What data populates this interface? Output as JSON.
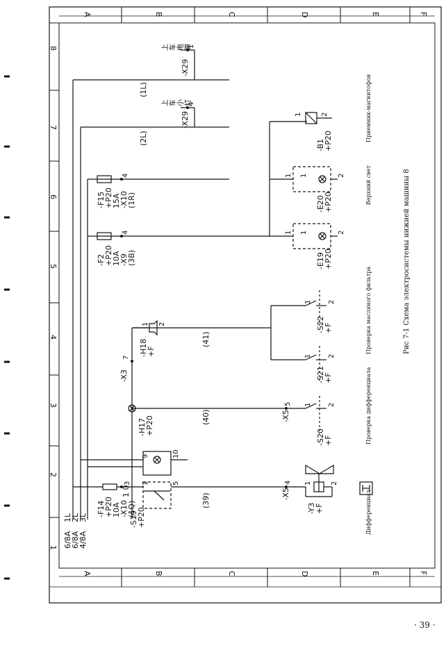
{
  "frame": {
    "rows": [
      "A",
      "B",
      "C",
      "D",
      "E",
      "F"
    ],
    "columns": [
      "1",
      "2",
      "3",
      "4",
      "5",
      "6",
      "7",
      "8"
    ]
  },
  "caption": "Рис 7-1 Схема электросистемы нижней машины  8",
  "bus_labels": [
    "6/8A",
    "1L",
    "6/8A",
    "2L",
    "4/8A",
    "3L"
  ],
  "components": {
    "s19": [
      "-S19",
      "+P20",
      "1  0"
    ],
    "f14": [
      "-F14",
      "+P20",
      "10A",
      "-X10",
      "(1Q)"
    ],
    "h17": [
      "-H17",
      "+P20"
    ],
    "h18": [
      "-H18",
      "+F"
    ],
    "x3": "-X3",
    "f2": [
      "-F2",
      "+P20",
      "10A",
      "-X9",
      "(3B)"
    ],
    "f15": [
      "-F15",
      "+P20",
      "15A",
      "-X10",
      "(1R)"
    ],
    "x29a": "-X29",
    "x29b": "-X29",
    "cn_top": "上车电源",
    "cn_small": "上车小灯",
    "y3": [
      "-Y3",
      "+F"
    ],
    "x5a": "-X5",
    "x5b": "-X5",
    "s20": [
      "-S20",
      "+F"
    ],
    "s21": [
      "-S21",
      "+F"
    ],
    "s22": [
      "-S22",
      "+F"
    ],
    "e19": [
      "-E19",
      "+P20"
    ],
    "e20": [
      "-E20",
      "+P20"
    ],
    "b1": [
      "-B1",
      "+P20"
    ]
  },
  "circuit_labels": [
    "(39)",
    "(40)",
    "(41)",
    "(2L)",
    "(1L)"
  ],
  "terminal_numbers": {
    "s19_top": "1",
    "s19_bot": "5",
    "h_box_a": "9",
    "h_box_b": "10",
    "f14_t": "3",
    "x5a_t": "4",
    "x5b_t": "5",
    "x3_t": "7",
    "h18_a": "1",
    "h18_b": "2",
    "x9_t": "4",
    "x10_t": "4",
    "x29a_t": "4",
    "x29b_t": "1",
    "y3_a": "1",
    "y3_b": "2",
    "s20_a": "1",
    "s20_b": "2",
    "s21_a": "1",
    "s21_b": "2",
    "s22_a": "1",
    "s22_b": "2",
    "e19_a": "1",
    "e19_b": "2",
    "e19_c": "1",
    "e20_a": "1",
    "e20_b": "2",
    "e20_c": "1",
    "b1_a": "1",
    "b1_b": "2"
  },
  "function_labels": {
    "diff": "Дифференциал",
    "diff_check": "Проверка дифференциала",
    "oil_filter": "Проверка масляного фильтра",
    "top_light": "Верхний свет",
    "radio": "Приемник-магнитофон"
  },
  "page_number": "· 39 ·"
}
